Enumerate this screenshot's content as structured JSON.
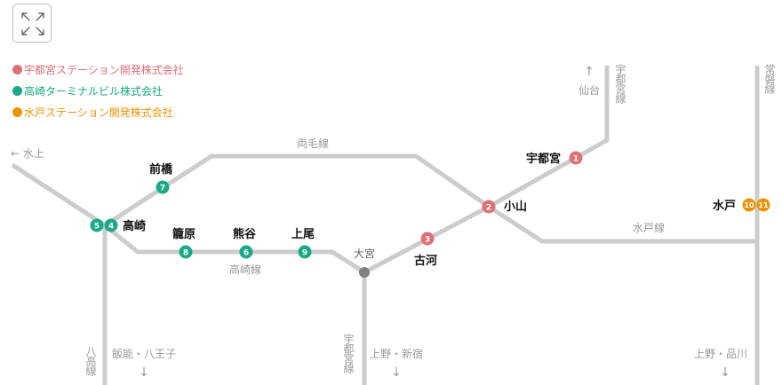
{
  "colors": {
    "line": "#cccccc",
    "muted_text": "#999999",
    "station_text": "#111111",
    "utsunomiya": "#e07078",
    "takasaki": "#1aa985",
    "mito": "#ec9306",
    "junction": "#808080"
  },
  "controls": {
    "expand_icon": "expand-arrows-icon"
  },
  "legend": [
    {
      "label": "宇都宮ステーション開発株式会社",
      "color": "#e07078"
    },
    {
      "label": "高崎ターミナルビル株式会社",
      "color": "#1aa985"
    },
    {
      "label": "水戸ステーション開発株式会社",
      "color": "#ec9306"
    }
  ],
  "line_labels": {
    "ryomo": "両毛線",
    "takasaki": "高崎線",
    "mito": "水戸線",
    "utsunomiya_north": "宇都宮線",
    "utsunomiya_south": "宇都宮線",
    "joban": "常磐線",
    "hachiko": "八高線"
  },
  "destinations": {
    "minakami": "← 水上",
    "sendai": "仙台",
    "sendai_arrow": "↑",
    "hanno": "飯能・八王子",
    "hanno_arrow": "↓",
    "ueno_shinjuku": "上野・新宿",
    "ueno_shinjuku_arrow": "↓",
    "ueno_shinagawa": "上野・品川",
    "ueno_shinagawa_arrow": "↓"
  },
  "stations": {
    "utsunomiya": {
      "name": "宇都宮",
      "badge": "1"
    },
    "oyama": {
      "name": "小山",
      "badge": "2"
    },
    "koga": {
      "name": "古河",
      "badge": "3"
    },
    "takasaki": {
      "name": "高崎",
      "badges": [
        "5",
        "4"
      ]
    },
    "maebashi": {
      "name": "前橋",
      "badge": "7"
    },
    "kagohara": {
      "name": "籠原",
      "badge": "8"
    },
    "kumagaya": {
      "name": "熊谷",
      "badge": "6"
    },
    "ageo": {
      "name": "上尾",
      "badge": "9"
    },
    "omiya": {
      "name": "大宮"
    },
    "mito": {
      "name": "水戸",
      "badges": [
        "10",
        "11"
      ]
    }
  }
}
